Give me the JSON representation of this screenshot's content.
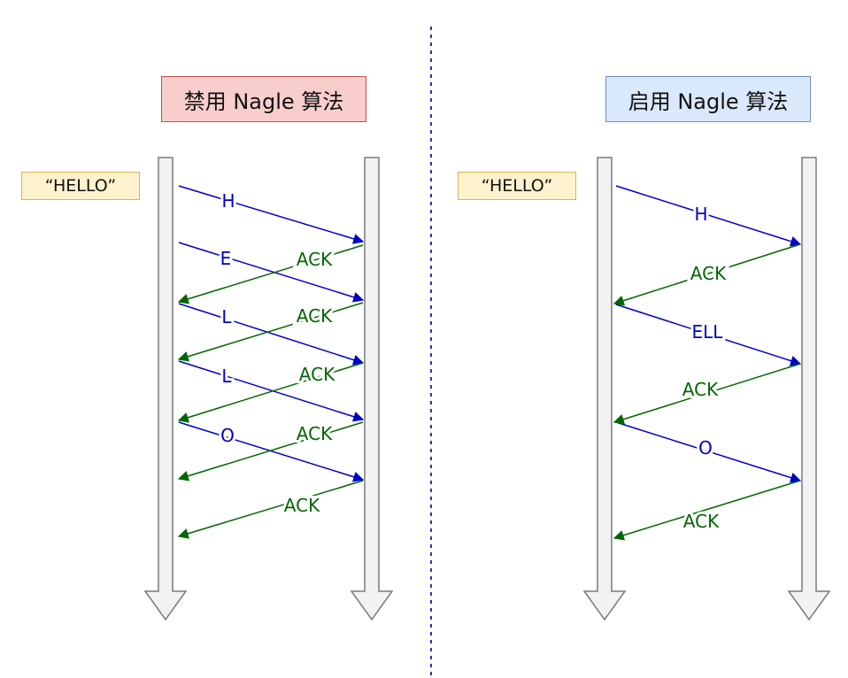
{
  "colors": {
    "data_arrow": "#0000c8",
    "ack_arrow": "#006600",
    "divider": "#1f35c8",
    "lifeline_fill": "#f2f2f2",
    "lifeline_stroke": "#7a7a7a",
    "title_disabled_fill": "#f8cecc",
    "title_disabled_border": "#b85450",
    "title_enabled_fill": "#dae8fc",
    "title_enabled_border": "#6c8ebf",
    "message_fill": "#fff2cc",
    "message_border": "#d6b656"
  },
  "left_panel": {
    "title": "禁用 Nagle 算法",
    "message": "“HELLO”",
    "segments": [
      "H",
      "E",
      "L",
      "L",
      "O"
    ],
    "acks": [
      "ACK",
      "ACK",
      "ACK",
      "ACK",
      "ACK"
    ]
  },
  "right_panel": {
    "title": "启用 Nagle 算法",
    "message": "“HELLO”",
    "segments": [
      "H",
      "ELL",
      "O"
    ],
    "acks": [
      "ACK",
      "ACK",
      "ACK"
    ]
  }
}
